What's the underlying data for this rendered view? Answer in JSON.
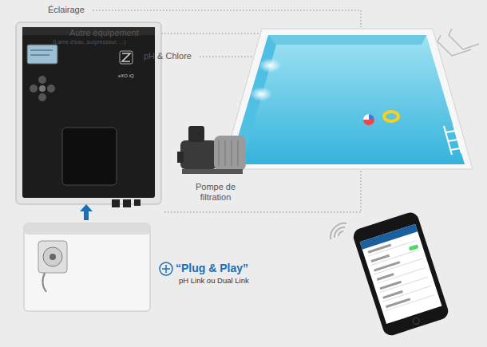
{
  "diagram": {
    "labels": [
      "Éclairage",
      "Autre équipement",
      "(Lame d'eau, surpresseur, ...)",
      "pH & Chlore",
      "eXO iQ",
      "Pompe de filtration",
      "“Plug & Play”",
      "pH Link ou Dual Link"
    ]
  }
}
